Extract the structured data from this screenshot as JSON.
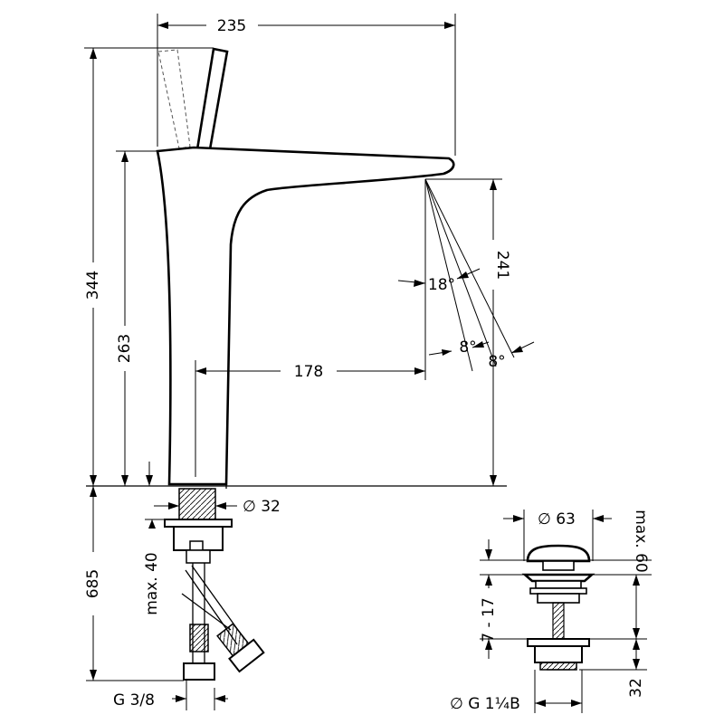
{
  "faucet": {
    "total_width": "235",
    "total_height": "344",
    "spout_height": "263",
    "outlet_height": "241",
    "spout_reach": "178",
    "base_diameter": "∅ 32",
    "spray_angle": "18°",
    "spray_angle_a": "8°",
    "spray_angle_b": "8°",
    "hose_length": "685",
    "mounting_thickness": "max. 40",
    "connection_thread": "G 3/8"
  },
  "drain": {
    "cap_diameter": "∅ 63",
    "cap_height": "max. 60",
    "adjust_range": "7 - 17",
    "bottom_height": "32",
    "thread": "∅ G 1¼B"
  }
}
